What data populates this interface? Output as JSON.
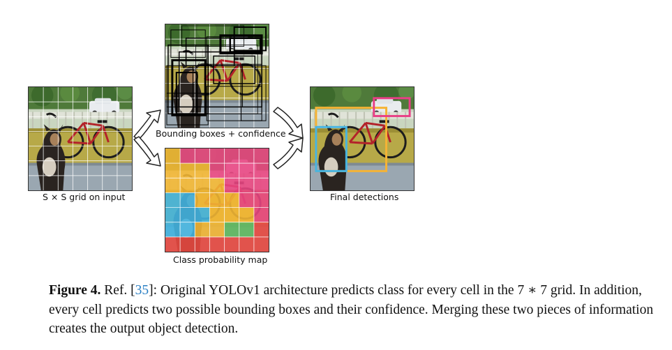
{
  "labels": {
    "grid": "S × S grid on input",
    "bbox": "Bounding boxes + confidence",
    "classmap": "Class probability map",
    "final": "Final detections"
  },
  "caption": {
    "figure": "Figure 4.",
    "ref_prefix": "Ref. [",
    "ref_num": "35",
    "ref_suffix": "]",
    "text": ": Original YOLOv1 architecture predicts class for every cell in the 7 ∗ 7 grid. In addition, every cell predicts two possible bounding boxes and their confidence. Merging these two pieces of information creates the output object detection."
  },
  "colors": {
    "yellow": "#f2b530",
    "pink": "#e8427f",
    "blue": "#3fb3e0",
    "green": "#5cb85c",
    "red": "#e8453c",
    "detection_yellow": "#f5b335",
    "detection_blue": "#46b4e2",
    "detection_pink": "#e83f86"
  },
  "class_map": [
    [
      "yellow",
      "pink",
      "pink",
      "pink",
      "pink",
      "pink",
      "pink"
    ],
    [
      "yellow",
      "yellow",
      "yellow",
      "pink",
      "pink",
      "pink",
      "pink"
    ],
    [
      "yellow",
      "yellow",
      "yellow",
      "yellow",
      "pink",
      "pink",
      "pink"
    ],
    [
      "blue",
      "blue",
      "yellow",
      "yellow",
      "yellow",
      "pink",
      "pink"
    ],
    [
      "blue",
      "blue",
      "blue",
      "yellow",
      "yellow",
      "yellow",
      "pink"
    ],
    [
      "blue",
      "blue",
      "yellow",
      "yellow",
      "green",
      "green",
      "red"
    ],
    [
      "red",
      "red",
      "red",
      "red",
      "red",
      "red",
      "red"
    ]
  ]
}
